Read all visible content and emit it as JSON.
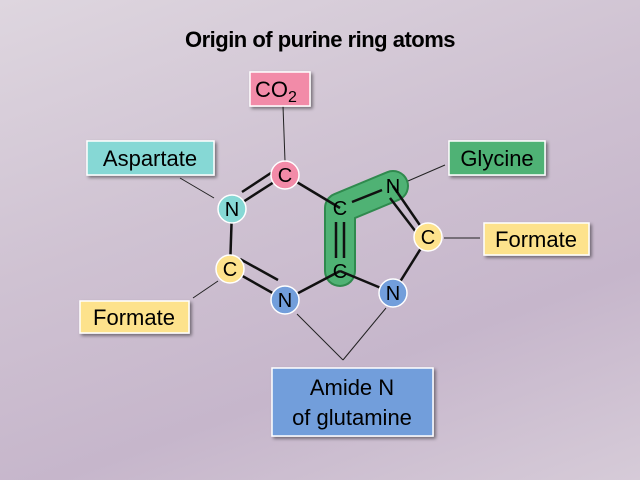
{
  "title": "Origin of purine ring atoms",
  "labels": {
    "co2": "CO",
    "co2_sub": "2",
    "aspartate": "Aspartate",
    "glycine": "Glycine",
    "formate_right": "Formate",
    "formate_left": "Formate",
    "amide_line1": "Amide N",
    "amide_line2": "of glutamine"
  },
  "atoms": {
    "c2_top": "C",
    "n_left": "N",
    "c_left": "C",
    "n_bottom": "N",
    "c_green_top": "C",
    "c_green_bottom": "C",
    "n_green": "N",
    "c_right": "C",
    "n_right": "N"
  },
  "colors": {
    "co2": "#f28ba8",
    "aspartate": "#86d8d5",
    "glycine": "#4fb274",
    "formate": "#fde28c",
    "amide": "#729edb"
  }
}
